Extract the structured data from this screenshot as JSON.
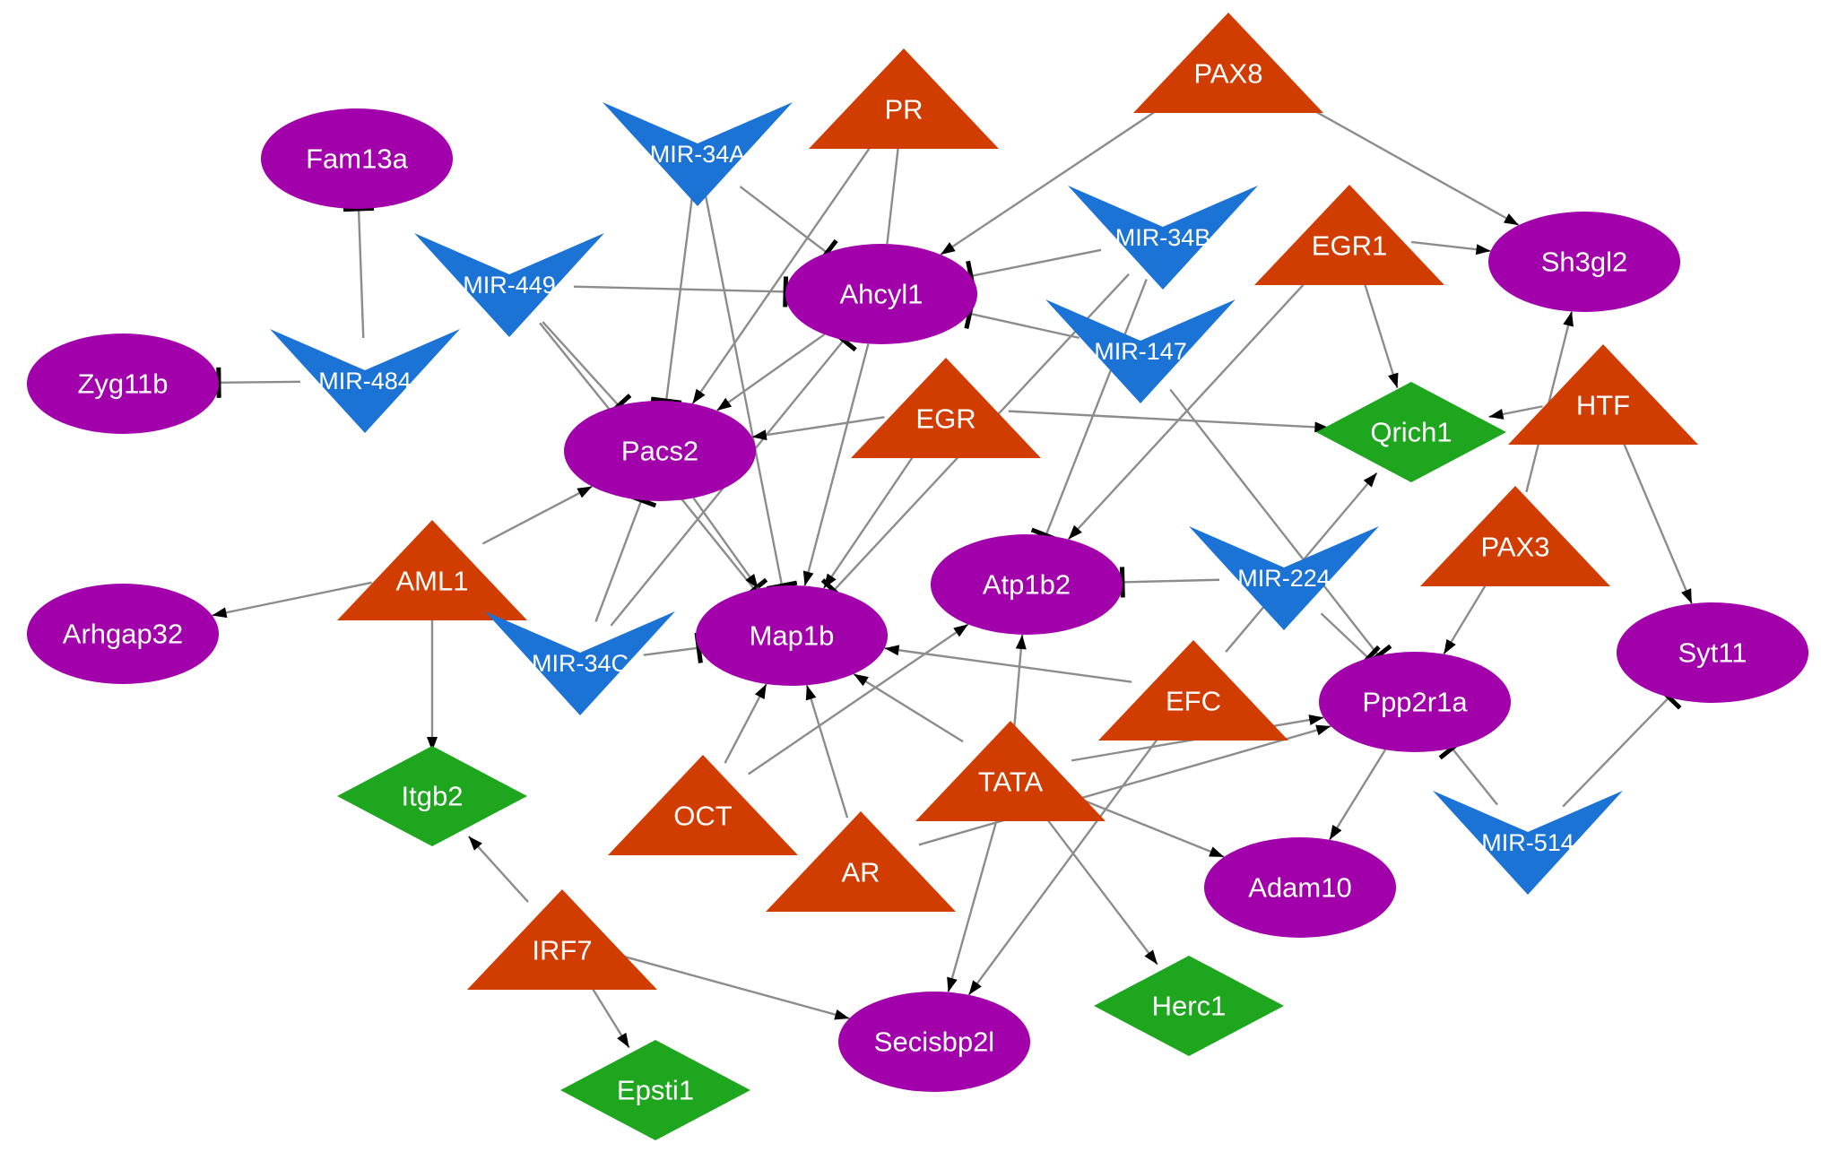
{
  "colors": {
    "gene": "#a100ab",
    "tf": "#d13c00",
    "mirna": "#1c73d6",
    "other": "#1ea61e",
    "edge": "#8c8c8c",
    "marker": "#000000"
  },
  "nodes": [
    {
      "id": "fam13a",
      "label": "Fam13a",
      "type": "gene"
    },
    {
      "id": "zyg11b",
      "label": "Zyg11b",
      "type": "gene"
    },
    {
      "id": "arhgap32",
      "label": "Arhgap32",
      "type": "gene"
    },
    {
      "id": "pacs2",
      "label": "Pacs2",
      "type": "gene"
    },
    {
      "id": "ahcyl1",
      "label": "Ahcyl1",
      "type": "gene"
    },
    {
      "id": "map1b",
      "label": "Map1b",
      "type": "gene"
    },
    {
      "id": "atp1b2",
      "label": "Atp1b2",
      "type": "gene"
    },
    {
      "id": "sh3gl2",
      "label": "Sh3gl2",
      "type": "gene"
    },
    {
      "id": "syt11",
      "label": "Syt11",
      "type": "gene"
    },
    {
      "id": "ppp2r1a",
      "label": "Ppp2r1a",
      "type": "gene"
    },
    {
      "id": "adam10",
      "label": "Adam10",
      "type": "gene"
    },
    {
      "id": "secisbp2l",
      "label": "Secisbp2l",
      "type": "gene"
    },
    {
      "id": "pr",
      "label": "PR",
      "type": "tf"
    },
    {
      "id": "pax8",
      "label": "PAX8",
      "type": "tf"
    },
    {
      "id": "egr1",
      "label": "EGR1",
      "type": "tf"
    },
    {
      "id": "egr",
      "label": "EGR",
      "type": "tf"
    },
    {
      "id": "htf",
      "label": "HTF",
      "type": "tf"
    },
    {
      "id": "pax3",
      "label": "PAX3",
      "type": "tf"
    },
    {
      "id": "aml1",
      "label": "AML1",
      "type": "tf"
    },
    {
      "id": "efc",
      "label": "EFC",
      "type": "tf"
    },
    {
      "id": "tata",
      "label": "TATA",
      "type": "tf"
    },
    {
      "id": "oct",
      "label": "OCT",
      "type": "tf"
    },
    {
      "id": "ar",
      "label": "AR",
      "type": "tf"
    },
    {
      "id": "irf7",
      "label": "IRF7",
      "type": "tf"
    },
    {
      "id": "mir34a",
      "label": "MIR-34A",
      "type": "mirna"
    },
    {
      "id": "mir449",
      "label": "MIR-449",
      "type": "mirna"
    },
    {
      "id": "mir484",
      "label": "MIR-484",
      "type": "mirna"
    },
    {
      "id": "mir34b",
      "label": "MIR-34B",
      "type": "mirna"
    },
    {
      "id": "mir147",
      "label": "MIR-147",
      "type": "mirna"
    },
    {
      "id": "mir224",
      "label": "MIR-224",
      "type": "mirna"
    },
    {
      "id": "mir34c",
      "label": "MIR-34C",
      "type": "mirna"
    },
    {
      "id": "mir514",
      "label": "MIR-514",
      "type": "mirna"
    },
    {
      "id": "qrich1",
      "label": "Qrich1",
      "type": "other"
    },
    {
      "id": "itgb2",
      "label": "Itgb2",
      "type": "other"
    },
    {
      "id": "herc1",
      "label": "Herc1",
      "type": "other"
    },
    {
      "id": "epsti1",
      "label": "Epsti1",
      "type": "other"
    }
  ],
  "edges": [
    {
      "from": "mir484",
      "to": "fam13a",
      "kind": "inhibit"
    },
    {
      "from": "mir484",
      "to": "zyg11b",
      "kind": "inhibit"
    },
    {
      "from": "mir449",
      "to": "ahcyl1",
      "kind": "inhibit"
    },
    {
      "from": "mir449",
      "to": "pacs2",
      "kind": "inhibit"
    },
    {
      "from": "mir449",
      "to": "map1b",
      "kind": "inhibit"
    },
    {
      "from": "mir34a",
      "to": "ahcyl1",
      "kind": "inhibit"
    },
    {
      "from": "mir34a",
      "to": "pacs2",
      "kind": "inhibit"
    },
    {
      "from": "mir34a",
      "to": "map1b",
      "kind": "inhibit"
    },
    {
      "from": "mir34b",
      "to": "ahcyl1",
      "kind": "inhibit"
    },
    {
      "from": "mir34b",
      "to": "atp1b2",
      "kind": "inhibit"
    },
    {
      "from": "mir34b",
      "to": "map1b",
      "kind": "inhibit"
    },
    {
      "from": "mir147",
      "to": "ahcyl1",
      "kind": "inhibit"
    },
    {
      "from": "mir147",
      "to": "ppp2r1a",
      "kind": "inhibit"
    },
    {
      "from": "mir224",
      "to": "atp1b2",
      "kind": "inhibit"
    },
    {
      "from": "mir224",
      "to": "ppp2r1a",
      "kind": "inhibit"
    },
    {
      "from": "mir34c",
      "to": "pacs2",
      "kind": "inhibit"
    },
    {
      "from": "mir34c",
      "to": "map1b",
      "kind": "inhibit"
    },
    {
      "from": "mir34c",
      "to": "ahcyl1",
      "kind": "inhibit"
    },
    {
      "from": "mir514",
      "to": "syt11",
      "kind": "inhibit"
    },
    {
      "from": "mir514",
      "to": "ppp2r1a",
      "kind": "inhibit"
    },
    {
      "from": "pr",
      "to": "pacs2",
      "kind": "activate"
    },
    {
      "from": "pr",
      "to": "ahcyl1",
      "kind": "line"
    },
    {
      "from": "pax8",
      "to": "ahcyl1",
      "kind": "activate"
    },
    {
      "from": "pax8",
      "to": "sh3gl2",
      "kind": "activate"
    },
    {
      "from": "egr1",
      "to": "sh3gl2",
      "kind": "activate"
    },
    {
      "from": "egr1",
      "to": "qrich1",
      "kind": "activate"
    },
    {
      "from": "egr1",
      "to": "atp1b2",
      "kind": "activate"
    },
    {
      "from": "egr",
      "to": "pacs2",
      "kind": "activate"
    },
    {
      "from": "egr",
      "to": "qrich1",
      "kind": "activate"
    },
    {
      "from": "egr",
      "to": "map1b",
      "kind": "activate"
    },
    {
      "from": "htf",
      "to": "qrich1",
      "kind": "activate"
    },
    {
      "from": "htf",
      "to": "syt11",
      "kind": "activate"
    },
    {
      "from": "pax3",
      "to": "sh3gl2",
      "kind": "activate"
    },
    {
      "from": "pax3",
      "to": "ppp2r1a",
      "kind": "activate"
    },
    {
      "from": "aml1",
      "to": "pacs2",
      "kind": "activate"
    },
    {
      "from": "aml1",
      "to": "arhgap32",
      "kind": "activate"
    },
    {
      "from": "aml1",
      "to": "itgb2",
      "kind": "activate"
    },
    {
      "from": "efc",
      "to": "map1b",
      "kind": "activate"
    },
    {
      "from": "efc",
      "to": "qrich1",
      "kind": "activate"
    },
    {
      "from": "efc",
      "to": "secisbp2l",
      "kind": "activate"
    },
    {
      "from": "tata",
      "to": "map1b",
      "kind": "activate"
    },
    {
      "from": "tata",
      "to": "atp1b2",
      "kind": "activate"
    },
    {
      "from": "tata",
      "to": "ppp2r1a",
      "kind": "activate"
    },
    {
      "from": "tata",
      "to": "adam10",
      "kind": "activate"
    },
    {
      "from": "tata",
      "to": "secisbp2l",
      "kind": "activate"
    },
    {
      "from": "tata",
      "to": "herc1",
      "kind": "activate"
    },
    {
      "from": "oct",
      "to": "map1b",
      "kind": "activate"
    },
    {
      "from": "oct",
      "to": "atp1b2",
      "kind": "activate"
    },
    {
      "from": "ar",
      "to": "map1b",
      "kind": "activate"
    },
    {
      "from": "ar",
      "to": "ppp2r1a",
      "kind": "activate"
    },
    {
      "from": "ahcyl1",
      "to": "pacs2",
      "kind": "activate"
    },
    {
      "from": "ahcyl1",
      "to": "map1b",
      "kind": "activate"
    },
    {
      "from": "pacs2",
      "to": "map1b",
      "kind": "activate"
    },
    {
      "from": "ppp2r1a",
      "to": "adam10",
      "kind": "activate"
    },
    {
      "from": "irf7",
      "to": "itgb2",
      "kind": "activate"
    },
    {
      "from": "irf7",
      "to": "secisbp2l",
      "kind": "activate"
    },
    {
      "from": "irf7",
      "to": "epsti1",
      "kind": "activate"
    }
  ]
}
